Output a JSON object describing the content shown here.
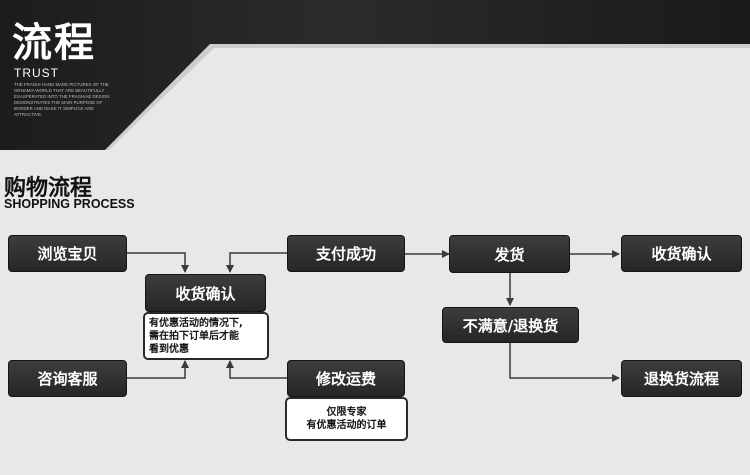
{
  "header": {
    "title": "流程",
    "subtitle": "TRUST",
    "description": "THE FRAGHI HAND MADE PICTURES OF THE ORNAMIA WORLD THAT ARE BEAUTIFULLY EXASPERATED INTO THE FRAGHIAE DESIGN DEMONSTRATES THE MAIN PURPOSE OF BORDER AND MAKE IT SIMPLICE AND ATTRACTIVE."
  },
  "section": {
    "title": "购物流程",
    "subtitle": "SHOPPING PROCESS"
  },
  "steps": {
    "browse": "浏览宝贝",
    "consult": "咨询客服",
    "confirm_order": "收货确认",
    "pay_success": "支付成功",
    "modify_shipping": "修改运费",
    "ship": "发货",
    "receive_confirm": "收货确认",
    "unsatisfied": "不满意/退换货",
    "return_flow": "退换货流程"
  },
  "notes": {
    "discount_lines": [
      "有优惠活动的情况下,",
      "需在拍下订单后才能",
      "看到优惠"
    ],
    "expert_lines": [
      "仅限专家",
      "有优惠活动的订单"
    ]
  },
  "colors": {
    "box_fill": "#2e2e2e",
    "header_dark": "#1e1e1e",
    "background": "#e8e8e8",
    "connector": "#3a3a3a"
  }
}
